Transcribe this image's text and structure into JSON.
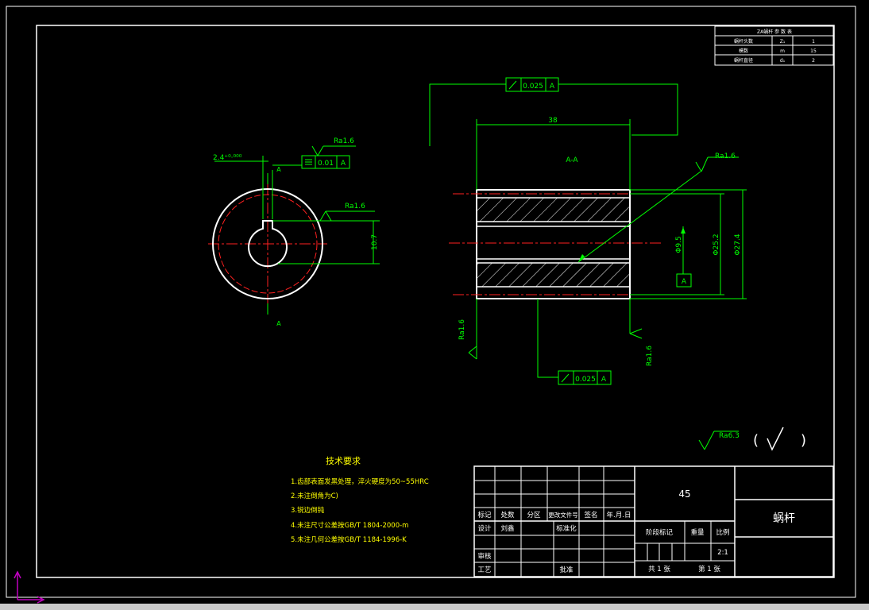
{
  "colors": {
    "background": "#000000",
    "frame": "#ffffff",
    "dimension": "#00ff00",
    "centerline": "#ff2020",
    "ucs_icon": "#c000c0"
  },
  "param_table": {
    "title": "ZA蜗杆 参 数 表",
    "rows": [
      {
        "name": "蜗杆头数",
        "symbol": "Z₁",
        "value": "1"
      },
      {
        "name": "模数",
        "symbol": "m",
        "value": "15"
      },
      {
        "name": "蜗杆直径",
        "symbol": "d₁",
        "value": "2"
      }
    ]
  },
  "left_view": {
    "keyway_dim": "2.4⁺⁰·⁰⁰⁰",
    "sym_tol": "0.01",
    "datum": "A",
    "roughness_top": "Ra1.6",
    "roughness_key": "Ra1.6",
    "height_dim": "10.7",
    "section_mark_top": "A",
    "section_mark_bottom": "A"
  },
  "section_view": {
    "title": "A-A",
    "length_dim": "38",
    "runout_top": "0.025",
    "runout_top_datum": "A",
    "runout_bottom": "0.025",
    "runout_bottom_datum": "A",
    "roughness_bore": "Ra1.6",
    "roughness_left": "Ra1.6",
    "roughness_right": "Ra1.6",
    "dia_bore": "Φ9.5",
    "dia_mid": "Φ25.2",
    "dia_outer": "Φ27.4",
    "datum_box": "A"
  },
  "general_roughness": {
    "value": "Ra6.3",
    "paren_open": "(",
    "paren_close": ")"
  },
  "tech_req": {
    "title": "技术要求",
    "items": [
      "1.齿部表面发黑处理，淬火硬度为50~55HRC",
      "2.未注倒角为C)",
      "3.锐边倒钝",
      "4.未注尺寸公差按GB/T 1804-2000-m",
      "5.未注几何公差按GB/T 1184-1996-K"
    ]
  },
  "title_block": {
    "material": "45",
    "part_name": "蜗杆",
    "headers": [
      "标记",
      "处数",
      "分区",
      "更改文件号",
      "签名",
      "年.月.日"
    ],
    "design_label": "设计",
    "designer": "刘鑫",
    "standard_label": "标准化",
    "review_label": "审核",
    "process_label": "工艺",
    "approve_label": "批准",
    "stage_label": "阶段标记",
    "weight_label": "重量",
    "scale_label": "比例",
    "scale_value": "2:1",
    "sheets_total": "共  1  张",
    "sheet_no": "第  1  张"
  }
}
